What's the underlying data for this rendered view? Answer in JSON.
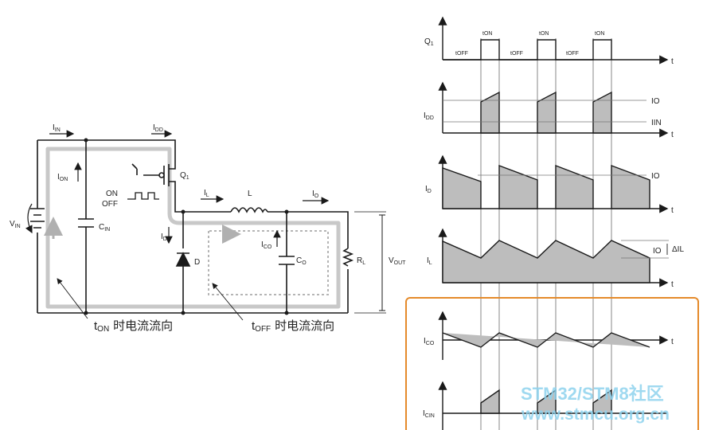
{
  "circuit": {
    "labels": {
      "i_in": {
        "main": "I",
        "sub": "IN"
      },
      "i_dd": {
        "main": "I",
        "sub": "DD"
      },
      "i_on": {
        "main": "I",
        "sub": "ON"
      },
      "q1": {
        "main": "Q",
        "sub": "1"
      },
      "on": "ON",
      "off": "OFF",
      "i_l": {
        "main": "I",
        "sub": "L"
      },
      "inductor": "L",
      "i_o": {
        "main": "I",
        "sub": "O"
      },
      "v_in": {
        "main": "V",
        "sub": "IN"
      },
      "c_in": {
        "main": "C",
        "sub": "IN"
      },
      "i_d": {
        "main": "I",
        "sub": "D"
      },
      "diode": "D",
      "i_co": {
        "main": "I",
        "sub": "CO"
      },
      "c_o": {
        "main": "C",
        "sub": "O"
      },
      "r_l": {
        "main": "R",
        "sub": "L"
      },
      "v_out": {
        "main": "V",
        "sub": "OUT"
      }
    },
    "captions": {
      "ton": {
        "t": "t",
        "sub": "ON",
        "text": "时电流流向"
      },
      "toff": {
        "t": "t",
        "sub": "OFF",
        "text": "时电流流向"
      }
    }
  },
  "waveforms": {
    "q1": {
      "main": "Q",
      "sub": "1",
      "t_on": "tON",
      "t_off": "tOFF",
      "t": "t"
    },
    "idd": {
      "main": "I",
      "sub": "DD",
      "ref_io": "IO",
      "ref_iin": "IIN",
      "t": "t"
    },
    "id": {
      "main": "I",
      "sub": "D",
      "ref_io": "IO",
      "t": "t"
    },
    "il": {
      "main": "I",
      "sub": "L",
      "ref_io": "IO",
      "delta": "ΔIL",
      "t": "t"
    },
    "ico": {
      "main": "I",
      "sub": "CO",
      "t": "t"
    },
    "icin": {
      "main": "I",
      "sub": "CIN"
    }
  },
  "colors": {
    "line": "#1a1a1a",
    "fill": "#bdbdbd",
    "path": "#c8c8c8",
    "highlight": "#e58a2a"
  },
  "watermark": {
    "line1": "STM32/STM8社区",
    "line2": "www.stmcu.org.cn"
  }
}
